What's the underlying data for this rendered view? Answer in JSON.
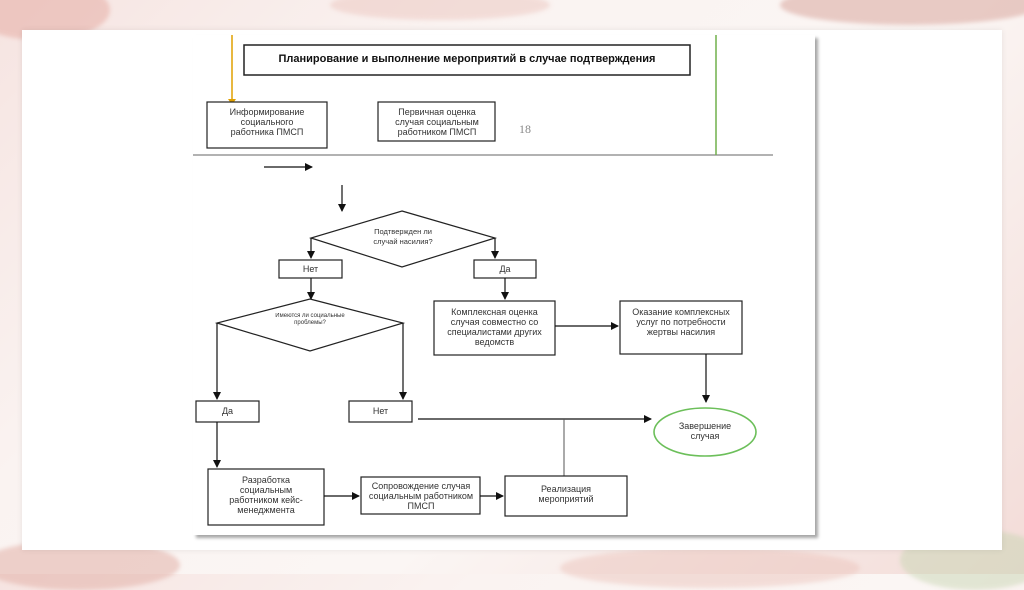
{
  "title": "Планирование и выполнение мероприятий в случае подтверждения",
  "page_number": "18",
  "nodes": {
    "inform": "Информирование социального работника ПМСП",
    "primary_eval": "Первичная оценка случая социальным работником ПМСП",
    "confirmed_q": "Подтвержден ли случай насилия?",
    "no1": "Нет",
    "yes1": "Да",
    "complex_eval": "Комплексная оценка случая совместно со специалистами других ведомств",
    "complex_services": "Оказание комплексных услуг по потребности жертвы насилия",
    "social_problems_q": "Имеются ли социальные проблемы?",
    "yes2": "Да",
    "no2": "Нет",
    "completion": "Завершение случая",
    "case_mgmt": "Разработка социальным работником кейс-менеджмента",
    "accompany": "Сопровождение случая социальным работником ПМСП",
    "implement": "Реализация мероприятий"
  },
  "colors": {
    "accent_line": "#e0a000",
    "green_line": "#70b04a",
    "ellipse_border": "#6cbf5a"
  }
}
